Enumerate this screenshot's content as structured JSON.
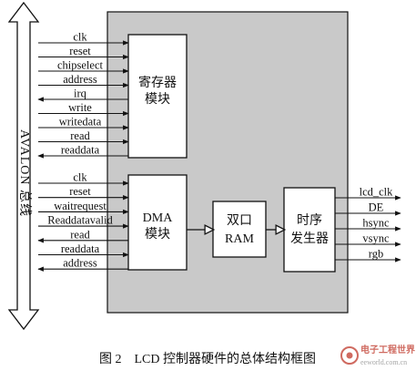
{
  "bus": {
    "label": "AVALON 总线"
  },
  "register_module": {
    "label_lines": [
      "寄存器",
      "模块"
    ],
    "signals": [
      {
        "name": "clk",
        "dir": "in"
      },
      {
        "name": "reset",
        "dir": "in"
      },
      {
        "name": "chipselect",
        "dir": "in"
      },
      {
        "name": "address",
        "dir": "in"
      },
      {
        "name": "irq",
        "dir": "out"
      },
      {
        "name": "write",
        "dir": "in"
      },
      {
        "name": "writedata",
        "dir": "in"
      },
      {
        "name": "read",
        "dir": "in"
      },
      {
        "name": "readdata",
        "dir": "out"
      }
    ]
  },
  "dma_module": {
    "label_lines": [
      "DMA",
      "模块"
    ],
    "signals": [
      {
        "name": "clk",
        "dir": "in"
      },
      {
        "name": "reset",
        "dir": "in"
      },
      {
        "name": "waitrequest",
        "dir": "in"
      },
      {
        "name": "Readdatavalid",
        "dir": "in"
      },
      {
        "name": "read",
        "dir": "out"
      },
      {
        "name": "readdata",
        "dir": "in"
      },
      {
        "name": "address",
        "dir": "out"
      }
    ]
  },
  "ram_module": {
    "label_lines": [
      "双口",
      "RAM"
    ]
  },
  "timing_module": {
    "label_lines": [
      "时序",
      "发生器"
    ]
  },
  "outputs": [
    "lcd_clk",
    "DE",
    "hsync",
    "vsync",
    "rgb"
  ],
  "caption": "图 2　LCD 控制器硬件的总体结构框图",
  "watermark": "电子工程世界 eeworld.com.cn",
  "colors": {
    "panel": "#c9c9c9",
    "line": "#111111",
    "box": "#ffffff"
  }
}
